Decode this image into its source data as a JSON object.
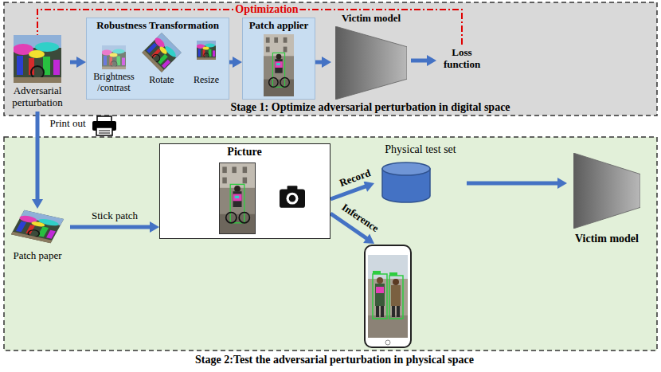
{
  "diagram": {
    "nodes": [
      {
        "text": [
          "Stage 1: Optimize adversarial perturbation in digital space"
        ]
      },
      {
        "text": [
          "Adversarial perturbation"
        ],
        "in": 0
      },
      {
        "text": [
          "Robustness Transformation"
        ],
        "in": 0
      },
      {
        "text": [
          "Brightness /contrast"
        ],
        "in": 2
      },
      {
        "text": [
          "Rotate"
        ],
        "in": 2
      },
      {
        "text": [
          "Resize"
        ],
        "in": 2
      },
      {
        "text": [
          "Patch applier"
        ],
        "in": 0
      },
      {
        "text": [
          "Victim model"
        ],
        "in": 0
      },
      {
        "text": [
          "Loss function"
        ],
        "in": 0
      },
      {
        "text": [
          "Stage 2:Test the adversarial perturbation in physical space"
        ]
      },
      {
        "text": [
          "Patch paper"
        ],
        "in": 9
      },
      {
        "text": [
          "Picture"
        ],
        "in": 9
      },
      {
        "text": [
          "Physical test set"
        ],
        "in": 9
      },
      {
        "text": [
          "Victim model"
        ],
        "in": 9
      }
    ],
    "edges": [
      {
        "from": 1,
        "to": 2,
        "arrow": "to"
      },
      {
        "from": 2,
        "to": 6,
        "arrow": "to"
      },
      {
        "from": 6,
        "to": 7,
        "arrow": "to"
      },
      {
        "from": 7,
        "to": 8,
        "arrow": "to"
      },
      {
        "from": 8,
        "to": 1,
        "label": "Optimization",
        "arrow": "none"
      },
      {
        "from": 1,
        "to": 10,
        "label": "Print out",
        "arrow": "to"
      },
      {
        "from": 10,
        "to": 11,
        "label": "Stick patch",
        "arrow": "to"
      },
      {
        "from": 11,
        "to": 12,
        "label": "Record",
        "arrow": "to"
      },
      {
        "from": 12,
        "to": 13,
        "arrow": "to"
      }
    ],
    "labels": [
      "Inference"
    ]
  }
}
